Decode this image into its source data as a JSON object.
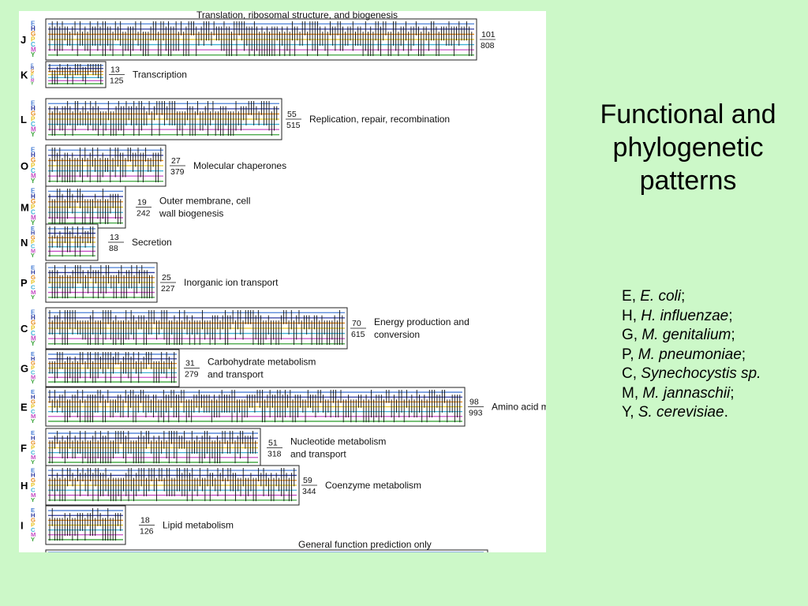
{
  "slide": {
    "title": "Functional and phylogenetic patterns",
    "legend": [
      {
        "code": "E",
        "species": "E. coli",
        "sep": ";"
      },
      {
        "code": "H",
        "species": "H. influenzae",
        "sep": ";"
      },
      {
        "code": "G",
        "species": "M. genitalium",
        "sep": ";"
      },
      {
        "code": "P",
        "species": "M. pneumoniae",
        "sep": ";"
      },
      {
        "code": "C",
        "species": "Synechocystis sp.",
        "sep": ""
      },
      {
        "code": "M",
        "species": "M. jannaschii",
        "sep": ";"
      },
      {
        "code": "Y",
        "species": "S. cerevisiae",
        "sep": "."
      }
    ]
  },
  "figure": {
    "organism_rows": [
      {
        "letter": "E",
        "color": "#4a7fd6"
      },
      {
        "letter": "H",
        "color": "#2d3aa0"
      },
      {
        "letter": "G",
        "color": "#e58a1b"
      },
      {
        "letter": "P",
        "color": "#e8c320"
      },
      {
        "letter": "C",
        "color": "#3fb2d6"
      },
      {
        "letter": "M",
        "color": "#c64fc6"
      },
      {
        "letter": "Y",
        "color": "#3aa33a"
      }
    ],
    "side_letters": [
      "E",
      "H",
      "G",
      "P",
      "C",
      "M",
      "Y"
    ],
    "bottom_label": "General function prediction only",
    "categories": [
      {
        "code": "J",
        "name": "Translation, ribosomal structure, and biogenesis",
        "count": "101",
        "total": "808"
      },
      {
        "code": "K",
        "name": "Transcription",
        "count": "13",
        "total": "125"
      },
      {
        "code": "L",
        "name": "Replication, repair, recombination",
        "count": "55",
        "total": "515"
      },
      {
        "code": "O",
        "name": "Molecular chaperones",
        "count": "27",
        "total": "379"
      },
      {
        "code": "M",
        "name": "Outer membrane, cell wall biogenesis",
        "count": "19",
        "total": "242"
      },
      {
        "code": "N",
        "name": "Secretion",
        "count": "13",
        "total": "88"
      },
      {
        "code": "P",
        "name": "Inorganic ion transport",
        "count": "25",
        "total": "227"
      },
      {
        "code": "C",
        "name": "Energy production and conversion",
        "count": "70",
        "total": "615"
      },
      {
        "code": "G",
        "name": "Carbohydrate metabolism and transport",
        "count": "31",
        "total": "279"
      },
      {
        "code": "E",
        "name": "Amino acid metabolism and transport",
        "count": "98",
        "total": "993"
      },
      {
        "code": "F",
        "name": "Nucleotide metabolism and transport",
        "count": "51",
        "total": "318"
      },
      {
        "code": "H",
        "name": "Coenzyme metabolism",
        "count": "59",
        "total": "344"
      },
      {
        "code": "I",
        "name": "Lipid metabolism",
        "count": "18",
        "total": "126"
      }
    ]
  }
}
